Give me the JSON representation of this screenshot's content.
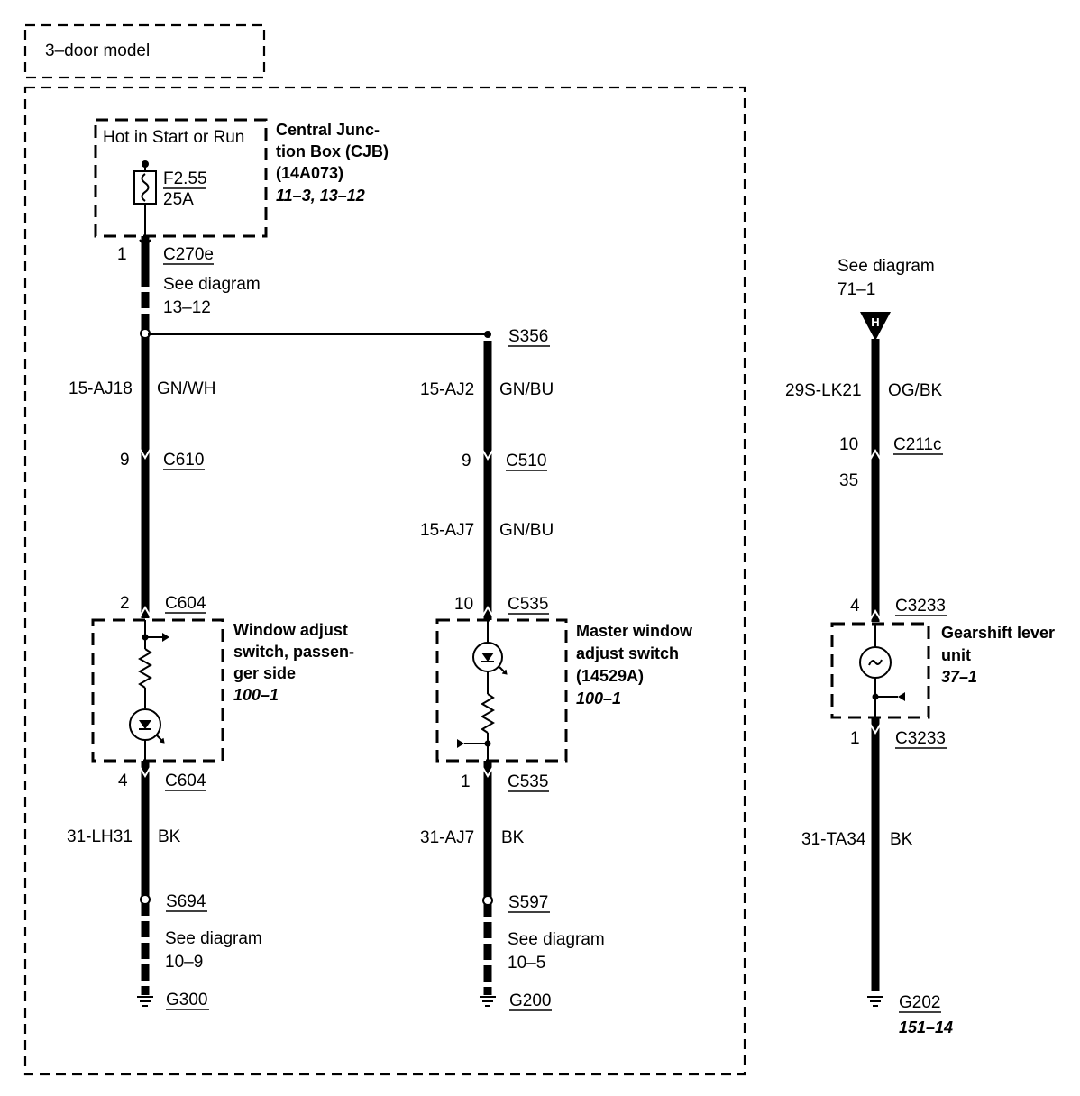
{
  "model_box": {
    "label": "3–door model"
  },
  "cjb": {
    "hot_label": "Hot in Start or Run",
    "fuse_id": "F2.55",
    "fuse_rating": "25A",
    "title_line1": "Central Junc-",
    "title_line2": "tion Box (CJB)",
    "part_number": "(14A073)",
    "ref": "11–3, 13–12"
  },
  "circuit_left": {
    "pin_top": "1",
    "connector_top": "C270e",
    "see_diagram": "See diagram",
    "see_ref_top": "13–12",
    "wire_top_id": "15-AJ18",
    "wire_top_color": "GN/WH",
    "pin_c610": "9",
    "connector_c610": "C610",
    "pin_c604_top": "2",
    "connector_c604_top": "C604",
    "switch_line1": "Window adjust",
    "switch_line2": "switch, passen-",
    "switch_line3": "ger side",
    "switch_ref": "100–1",
    "pin_c604_bottom": "4",
    "connector_c604_bottom": "C604",
    "wire_bottom_id": "31-LH31",
    "wire_bottom_color": "BK",
    "splice": "S694",
    "see_ref_bottom": "10–9",
    "ground": "G300"
  },
  "circuit_middle": {
    "splice_top": "S356",
    "wire_top_id": "15-AJ2",
    "wire_top_color": "GN/BU",
    "pin_c510": "9",
    "connector_c510": "C510",
    "wire_mid_id": "15-AJ7",
    "wire_mid_color": "GN/BU",
    "pin_c535_top": "10",
    "connector_c535_top": "C535",
    "switch_line1": "Master window",
    "switch_line2": "adjust switch",
    "switch_line3": "(14529A)",
    "switch_ref": "100–1",
    "pin_c535_bottom": "1",
    "connector_c535_bottom": "C535",
    "wire_bottom_id": "31-AJ7",
    "wire_bottom_color": "BK",
    "splice": "S597",
    "see_diagram": "See diagram",
    "see_ref_bottom": "10–5",
    "ground": "G200"
  },
  "circuit_right": {
    "see_diagram": "See diagram",
    "see_ref": "71–1",
    "connector_symbol": "H",
    "wire_top_id": "29S-LK21",
    "wire_top_color": "OG/BK",
    "pin_c211c": "10",
    "connector_c211c": "C211c",
    "pin_35": "35",
    "pin_c3233_top": "4",
    "connector_c3233_top": "C3233",
    "unit_line1": "Gearshift lever",
    "unit_line2": "unit",
    "unit_ref": "37–1",
    "pin_c3233_bottom": "1",
    "connector_c3233_bottom": "C3233",
    "wire_bottom_id": "31-TA34",
    "wire_bottom_color": "BK",
    "ground": "G202",
    "ground_ref": "151–14"
  }
}
